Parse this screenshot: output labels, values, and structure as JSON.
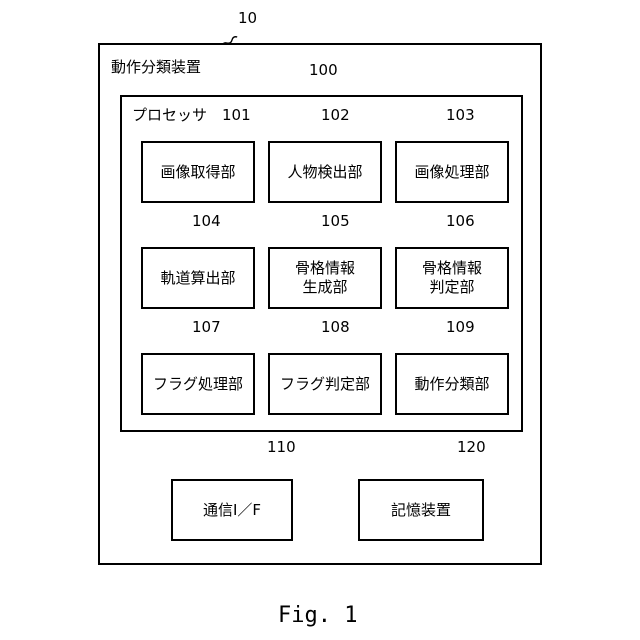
{
  "device": {
    "ref": "10",
    "title": "動作分類装置"
  },
  "processor": {
    "ref": "100",
    "title": "プロセッサ"
  },
  "modules": [
    {
      "ref": "101",
      "label": "画像取得部"
    },
    {
      "ref": "102",
      "label": "人物検出部"
    },
    {
      "ref": "103",
      "label": "画像処理部"
    },
    {
      "ref": "104",
      "label": "軌道算出部"
    },
    {
      "ref": "105",
      "label": "骨格情報\n生成部"
    },
    {
      "ref": "106",
      "label": "骨格情報\n判定部"
    },
    {
      "ref": "107",
      "label": "フラグ処理部"
    },
    {
      "ref": "108",
      "label": "フラグ判定部"
    },
    {
      "ref": "109",
      "label": "動作分類部"
    }
  ],
  "comm_if": {
    "ref": "110",
    "label": "通信I／F"
  },
  "storage": {
    "ref": "120",
    "label": "記憶装置"
  },
  "caption": "Fig. 1"
}
